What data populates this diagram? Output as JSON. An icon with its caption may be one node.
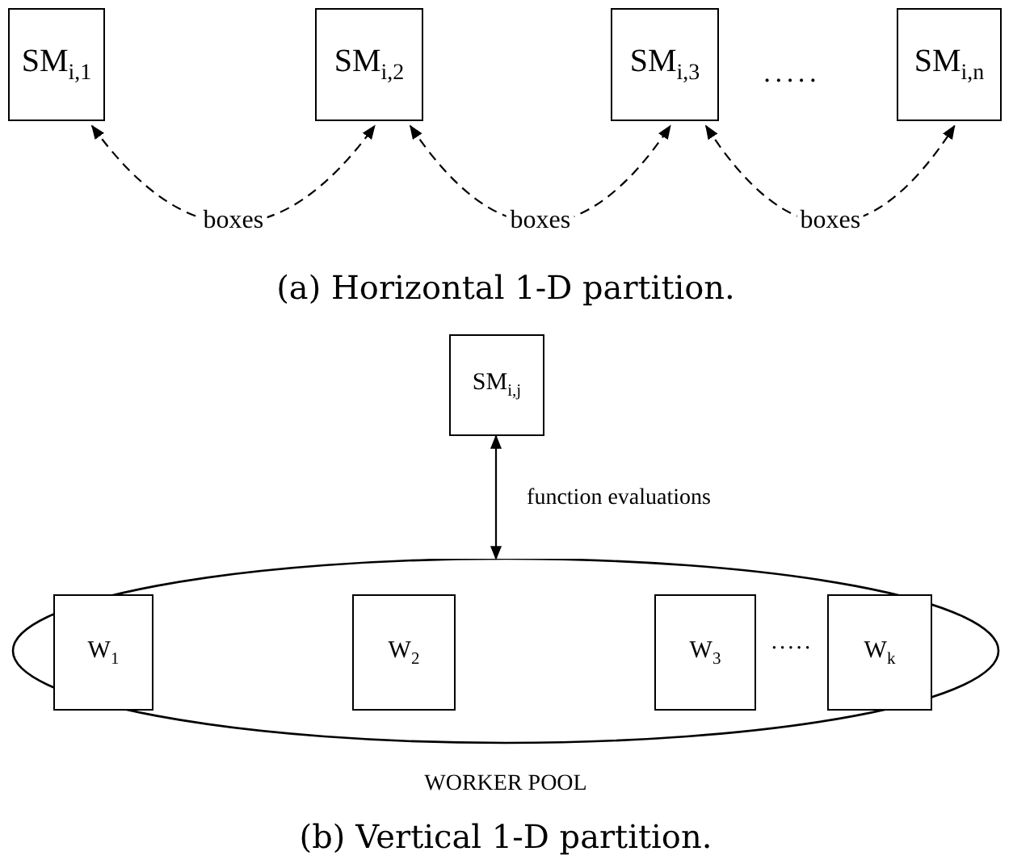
{
  "diagram": {
    "nodes": [
      {
        "text": [
          "SM$_{i,1}$"
        ]
      },
      {
        "text": [
          "SM$_{i,2}$"
        ]
      },
      {
        "text": [
          "SM$_{i,3}$"
        ]
      },
      {
        "text": [
          "SM$_{i,n}$"
        ]
      },
      {
        "text": [
          "SM$_{i,j}$"
        ]
      },
      {
        "text": [
          "WORKER POOL"
        ]
      },
      {
        "text": [
          "W$_{1}$"
        ],
        "in": 5
      },
      {
        "text": [
          "W$_{2}$"
        ],
        "in": 5
      },
      {
        "text": [
          "W$_{3}$"
        ],
        "in": 5
      },
      {
        "text": [
          "W$_{k}$"
        ],
        "in": 5
      }
    ],
    "edges": [
      {
        "from": 0,
        "to": 1,
        "arrow": "both",
        "style": "dashed",
        "label": "boxes"
      },
      {
        "from": 1,
        "to": 2,
        "arrow": "both",
        "style": "dashed",
        "label": "boxes"
      },
      {
        "from": 2,
        "to": 3,
        "arrow": "both",
        "style": "dashed",
        "label": "boxes"
      },
      {
        "from": 4,
        "to": 5,
        "arrow": "both",
        "label": "function evaluations"
      }
    ],
    "labels": [
      ".....",
      "(a) Horizontal 1-D partition.",
      ".....",
      "(b) Vertical 1-D partition."
    ]
  }
}
